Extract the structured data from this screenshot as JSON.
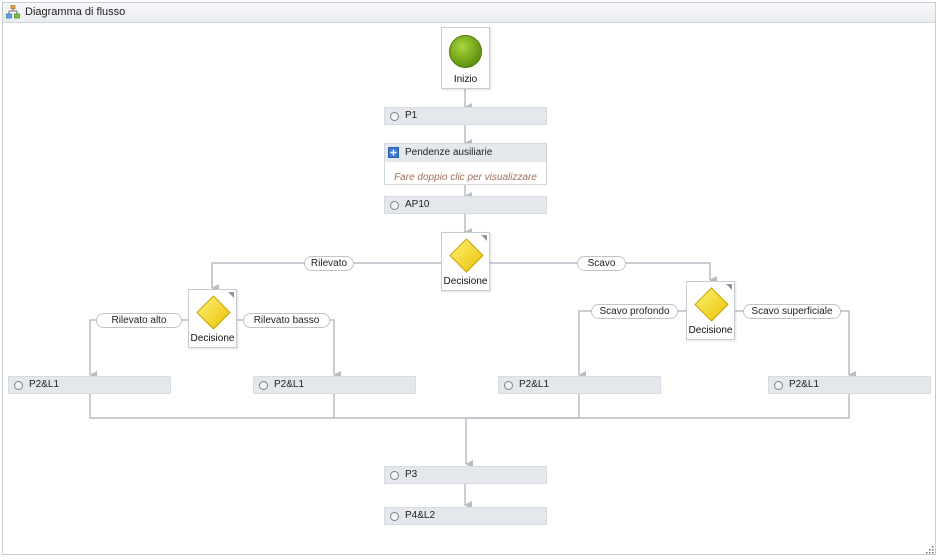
{
  "window": {
    "title": "Diagramma di flusso",
    "title_icon": "flowchart-icon",
    "resize_icon": "resize-grip-icon"
  },
  "colors": {
    "connector": "#b9bec6",
    "start_circle": "#7aa81a",
    "decision_diamond": "#f4d300",
    "node_fill": "#e4e7eb",
    "hint_text": "#a0705a"
  },
  "flow": {
    "start": {
      "label": "Inizio"
    },
    "p1": {
      "label": "P1"
    },
    "pendenze": {
      "title": "Pendenze ausiliarie",
      "hint": "Fare doppio clic per visualizzare",
      "icon": "plus-document-icon"
    },
    "ap10": {
      "label": "AP10"
    },
    "decision_main": {
      "label": "Decisione"
    },
    "branch_left": {
      "label": "Rilevato"
    },
    "branch_right": {
      "label": "Scavo"
    },
    "decision_left": {
      "label": "Decisione"
    },
    "decision_right": {
      "label": "Decisione"
    },
    "branch_ll": {
      "label": "Rilevato alto"
    },
    "branch_lr": {
      "label": "Rilevato basso"
    },
    "branch_rl": {
      "label": "Scavo profondo"
    },
    "branch_rr": {
      "label": "Scavo superficiale"
    },
    "leaf_1": {
      "label": "P2&L1"
    },
    "leaf_2": {
      "label": "P2&L1"
    },
    "leaf_3": {
      "label": "P2&L1"
    },
    "leaf_4": {
      "label": "P2&L1"
    },
    "p3": {
      "label": "P3"
    },
    "p4": {
      "label": "P4&L2"
    }
  }
}
